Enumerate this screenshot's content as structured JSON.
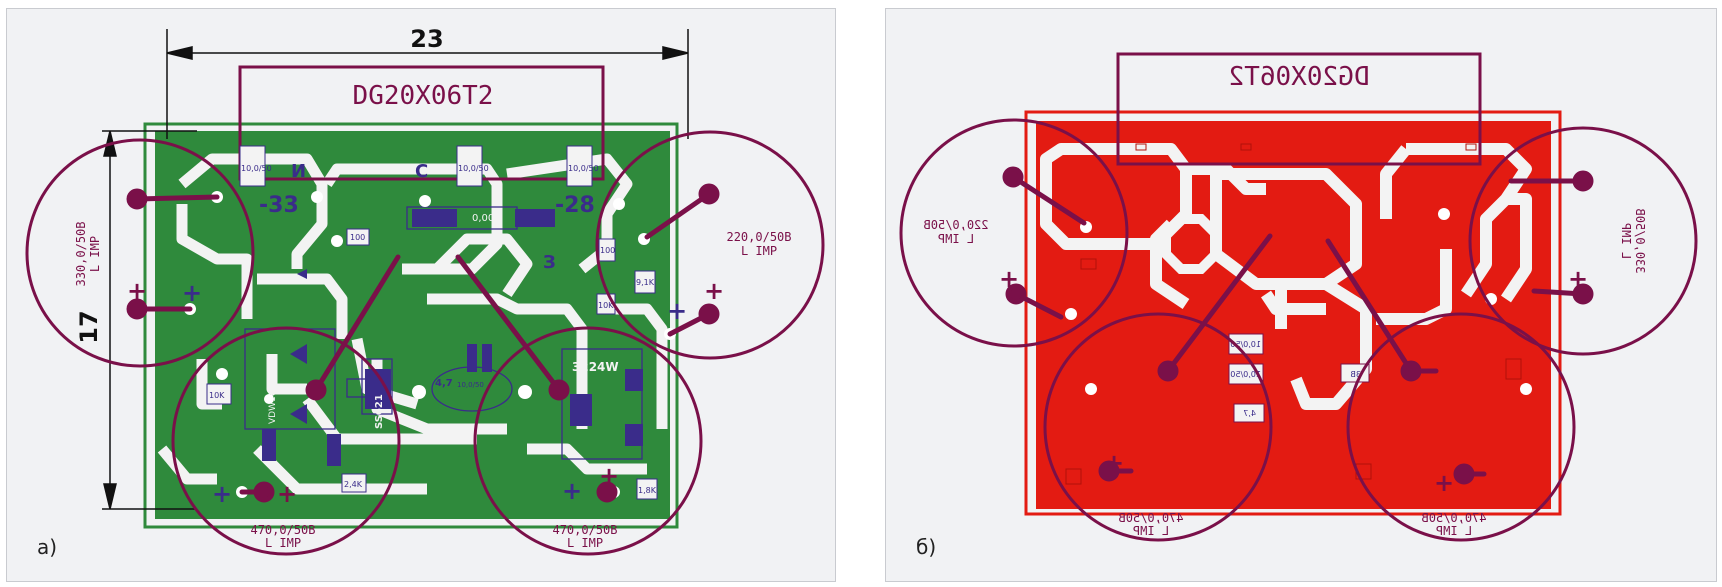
{
  "colors": {
    "panel_bg": "#f1f2f4",
    "board_green": "#2f8a3c",
    "copper_red": "#e31b12",
    "outline_maroon": "#7a1049",
    "component_blue": "#3a2c8a",
    "dimension_black": "#111111"
  },
  "panel_a": {
    "label": "а)",
    "dimension_width": "23",
    "dimension_height": "17",
    "header_label": "DG20X06T2",
    "capacitors": {
      "left": {
        "line1": "330,0/50B",
        "line2": "L IMP"
      },
      "right": {
        "line1": "220,0/50B",
        "line2": "L IMP"
      },
      "bottom_left": {
        "line1": "470,0/50B",
        "line2": "L IMP"
      },
      "bottom_right": {
        "line1": "470,0/50B",
        "line2": "L IMP"
      }
    },
    "pad_labels": {
      "minus_33": "-33",
      "minus_28": "-28",
      "letter_i": "И",
      "letter_s": "С",
      "letter_z": "З"
    },
    "part_labels": {
      "cap_1": "10,0/50",
      "cap_2": "10,0/50",
      "cap_3": "10,0/50",
      "res_100_a": "100",
      "res_100_b": "100",
      "res_10k_a": "10K",
      "res_10k_b": "10K",
      "res_2_4k": "2,4K",
      "res_1_8k": "1,8K",
      "res_9_1k": "9,1K",
      "cap_0_005": "0,005",
      "cap_4_7": "4,7",
      "ic_3224": "3224W",
      "ic_ss621": "SS621",
      "ic_vdw": "VDW16CNT",
      "cap_mid": "10,0/50"
    },
    "plus_sign": "+"
  },
  "panel_b": {
    "label": "б)",
    "header_label": "DG20X06T2",
    "capacitors": {
      "left": {
        "line1": "220,0/50B",
        "line2": "L IMP"
      },
      "right": {
        "line1": "330,0/50B",
        "line2": "L IMP"
      },
      "bottom_left": {
        "line1": "470,0/50B",
        "line2": "L IMP"
      },
      "bottom_right": {
        "line1": "470,0/50B",
        "line2": "L IMP"
      }
    },
    "part_labels": {
      "cap_1": "10,0/50",
      "cap_2": "10,0/50",
      "cap_3": "4,7",
      "res_3b": "3B"
    },
    "plus_sign": "+"
  }
}
